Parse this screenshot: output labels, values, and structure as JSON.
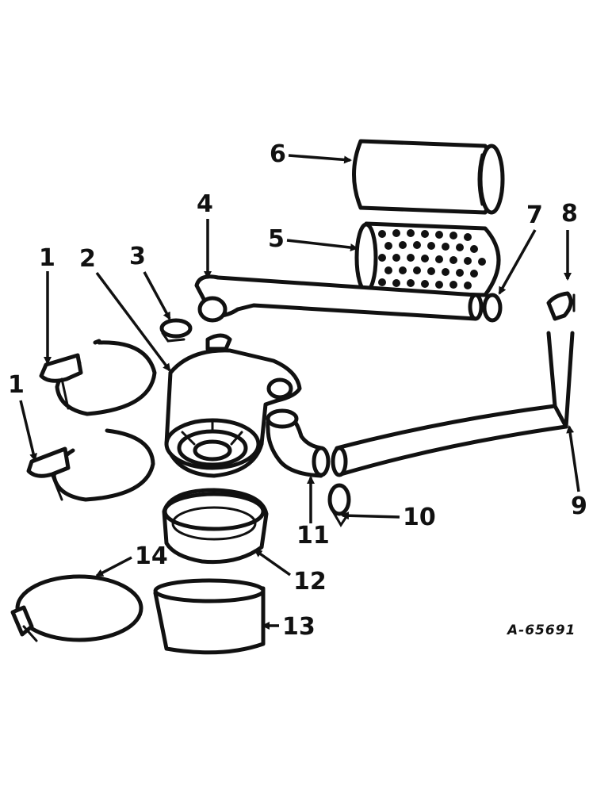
{
  "diagram": {
    "callouts": {
      "c1a": "1",
      "c1b": "1",
      "c2": "2",
      "c3": "3",
      "c4": "4",
      "c5": "5",
      "c6": "6",
      "c7": "7",
      "c8": "8",
      "c9": "9",
      "c10": "10",
      "c11": "11",
      "c12": "12",
      "c13": "13",
      "c14": "14"
    },
    "reference_number": "A-65691"
  }
}
